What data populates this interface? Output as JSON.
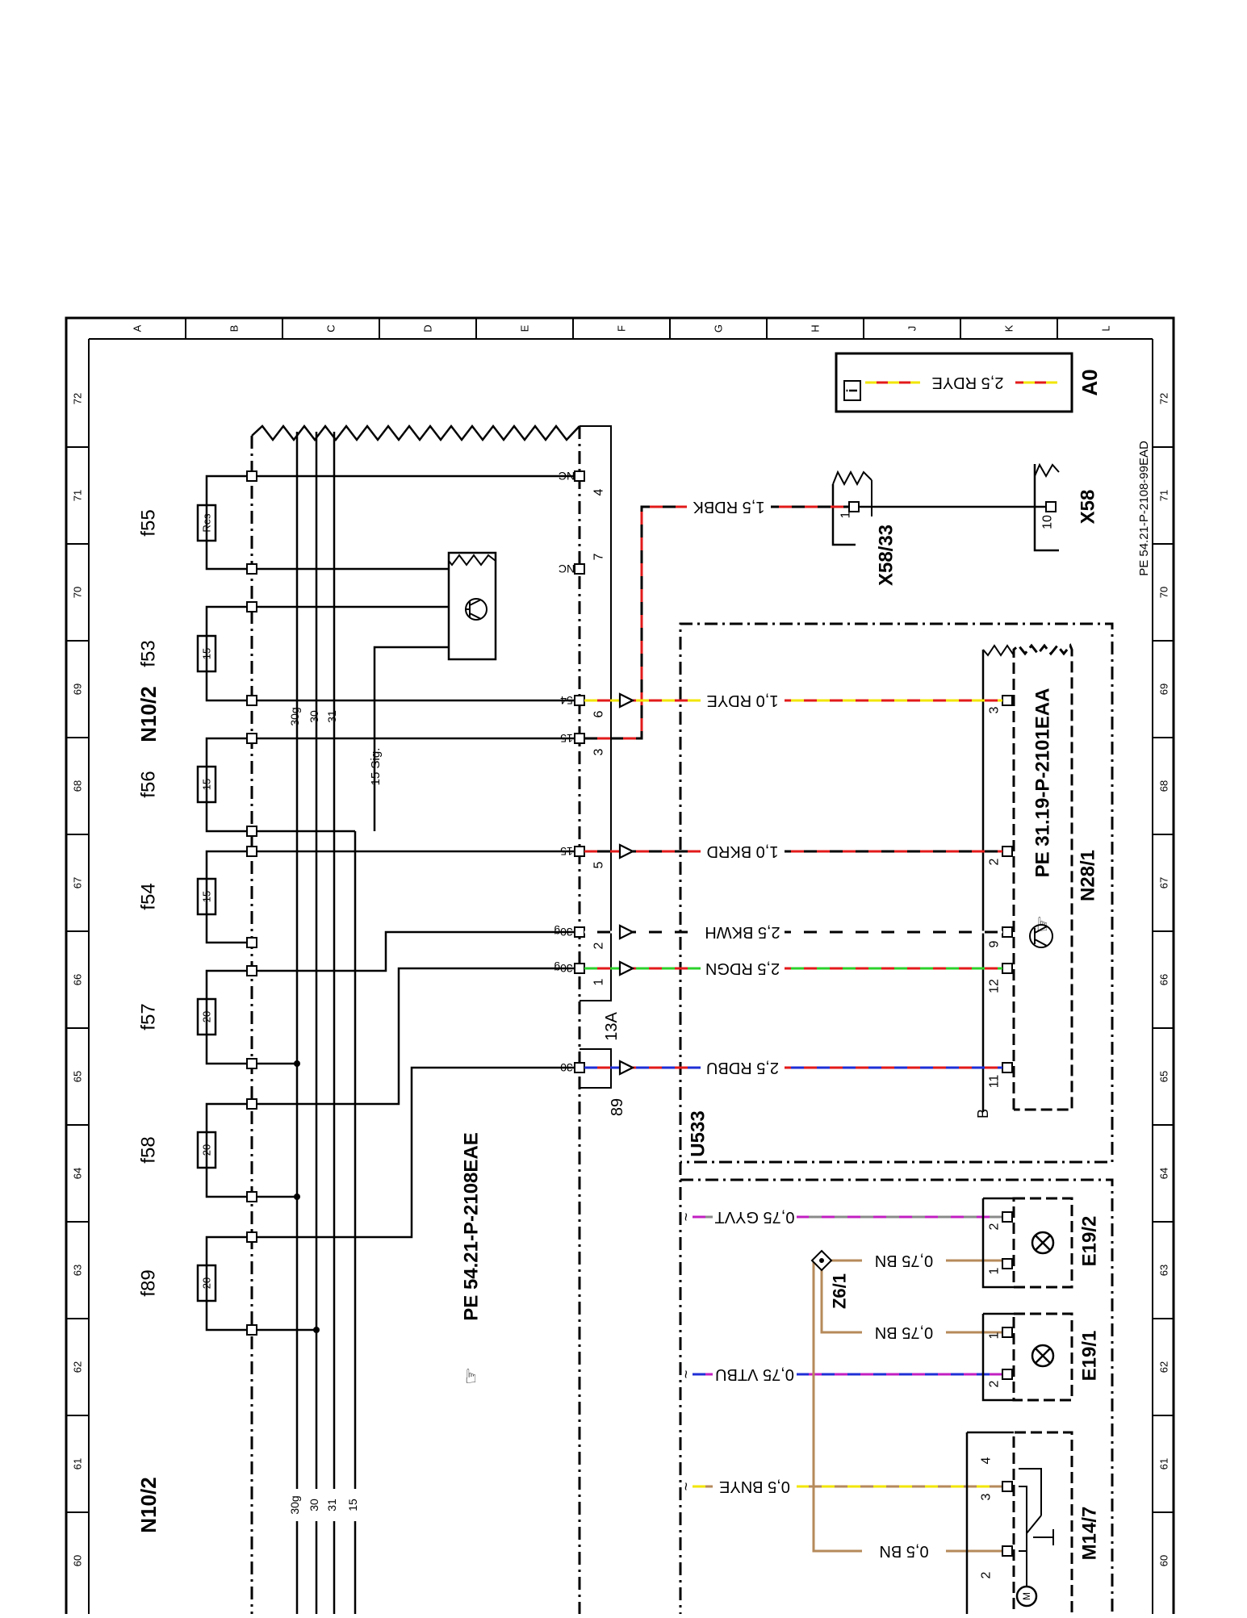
{
  "sheet": {
    "columns": [
      "A",
      "B",
      "C",
      "D",
      "E",
      "F",
      "G",
      "H",
      "J",
      "K",
      "L"
    ],
    "rows": [
      "72",
      "71",
      "70",
      "69",
      "68",
      "67",
      "66",
      "65",
      "64",
      "63",
      "62",
      "61",
      "60"
    ],
    "document_ref": "PE 54.21-P-2108-99EAD"
  },
  "legend": {
    "info_symbol": "i",
    "wire": "2,5 RDYE",
    "code": "A0",
    "colors": [
      "#e21a1a",
      "#f2e600"
    ]
  },
  "components": {
    "module_main": "N10/2",
    "module_side": "N10/2",
    "module_ref": "PE 54.21-P-2108EAE",
    "relay_block": "13A",
    "relay_pin": "89",
    "connector_x58_33": "X58/33",
    "connector_x58": "X58",
    "unit_u533": "U533",
    "n28_1": "N28/1",
    "n28_1_ref": "PE 31.19-P-2101EAA",
    "n28_1_pin_b": "B",
    "e19_2": "E19/2",
    "e19_1": "E19/1",
    "z6_1": "Z6/1",
    "m14_7": "M14/7"
  },
  "fuses": [
    {
      "name": "f55",
      "rating": "Res"
    },
    {
      "name": "f53",
      "rating": "15"
    },
    {
      "name": "f56",
      "rating": "15"
    },
    {
      "name": "f54",
      "rating": "15"
    },
    {
      "name": "f57",
      "rating": "20"
    },
    {
      "name": "f58",
      "rating": "20"
    },
    {
      "name": "f89",
      "rating": "20"
    }
  ],
  "bus_labels": {
    "upper": [
      "30g",
      "30",
      "31"
    ],
    "lower": [
      "30g",
      "30",
      "31",
      "15"
    ],
    "signal": "15 Sig."
  },
  "terminals": {
    "nc1": "NC",
    "nc2": "NC",
    "t54": "54",
    "t15a": "15",
    "t15b": "15",
    "t30ga": "30g",
    "t30gb": "30g",
    "t30": "30",
    "pin4": "4",
    "pin7": "7",
    "pin6": "6",
    "pin3": "3",
    "pin5": "5",
    "pin2": "2",
    "pin1": "1"
  },
  "connector_pins": {
    "x58_33": "1",
    "x58": "10",
    "n28_3": "3",
    "n28_2": "2",
    "n28_9": "9",
    "n28_12": "12",
    "n28_11": "11",
    "e19_2_a": "2",
    "e19_2_b": "1",
    "e19_1_a": "1",
    "e19_1_b": "2",
    "m14_4": "4",
    "m14_3": "3",
    "m14_2": "2"
  },
  "wires": [
    {
      "label": "1,5 RDBK",
      "colors": [
        "#e21a1a",
        "#000000"
      ]
    },
    {
      "label": "1,0 RDYE",
      "colors": [
        "#e21a1a",
        "#f2e600"
      ]
    },
    {
      "label": "1,0 BKRD",
      "colors": [
        "#000000",
        "#e21a1a"
      ]
    },
    {
      "label": "2,5 BKWH",
      "colors": [
        "#000000",
        "#ffffff"
      ]
    },
    {
      "label": "2,5 RDGN",
      "colors": [
        "#e21a1a",
        "#2bd12b"
      ]
    },
    {
      "label": "2,5 RDBU",
      "colors": [
        "#e21a1a",
        "#1f2fd6"
      ]
    },
    {
      "label": "0,75 GYVT",
      "colors": [
        "#8a8a8a",
        "#c21fc2"
      ]
    },
    {
      "label": "0,75 BN",
      "colors": [
        "#b58a5a"
      ]
    },
    {
      "label": "0,75 BN",
      "colors": [
        "#b58a5a"
      ]
    },
    {
      "label": "0,75 VTBU",
      "colors": [
        "#c21fc2",
        "#1f2fd6"
      ]
    },
    {
      "label": "0,5 BNYE",
      "colors": [
        "#b58a5a",
        "#f2e600"
      ]
    },
    {
      "label": "0,5 BN",
      "colors": [
        "#b58a5a"
      ]
    }
  ]
}
